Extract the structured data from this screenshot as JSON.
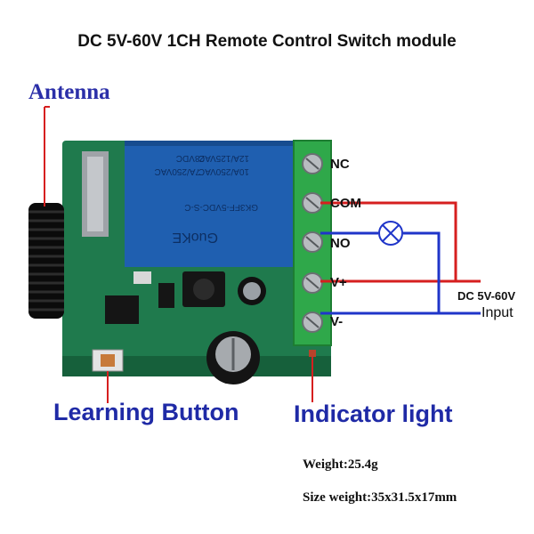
{
  "title": "DC 5V-60V 1CH Remote Control Switch module",
  "labels": {
    "antenna": "Antenna",
    "learning_button": "Learning Button",
    "indicator_light": "Indicator light"
  },
  "terminals": [
    "NC",
    "COM",
    "NO",
    "V+",
    "V-"
  ],
  "power": {
    "voltage": "DC 5V-60V",
    "input": "Input"
  },
  "relay_print": [
    "12A/125VAC",
    "10A/250VAC",
    "7A/250VAC",
    "28VDC",
    "GK3FF-5VDC-S-C",
    "GuoKE"
  ],
  "specs": {
    "weight": "Weight:25.4g",
    "size": "Size weight:35x31.5x17mm"
  },
  "colors": {
    "pcb": "#1f7a4d",
    "relay": "#1f5fb0",
    "terminal": "#2fa84a",
    "wire_red": "#d61f1f",
    "wire_blue": "#1f35c9",
    "label_blue": "#1f2aa6"
  }
}
